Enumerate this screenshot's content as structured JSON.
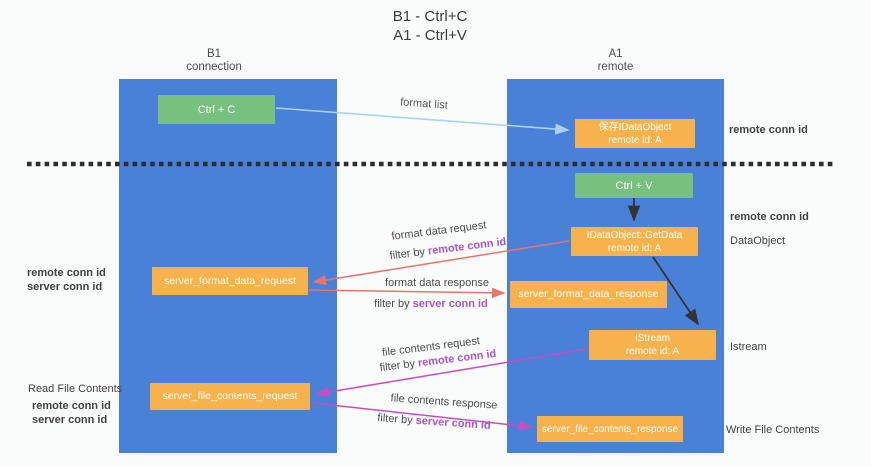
{
  "title": {
    "line1": "B1 - Ctrl+C",
    "line2": "A1 - Ctrl+V"
  },
  "lanes": {
    "left": {
      "name": "B1",
      "role": "connection"
    },
    "right": {
      "name": "A1",
      "role": "remote"
    }
  },
  "nodes": {
    "ctrl_c": {
      "label": "Ctrl + C"
    },
    "ctrl_v": {
      "label": "Ctrl + V"
    },
    "saved_dataobject": {
      "line1": "保存IDataObject",
      "line2": "remote id: A"
    },
    "getdata": {
      "line1": "IDataObject::GetData",
      "line2": "remote id: A"
    },
    "istream": {
      "line1": "IStream",
      "line2": "remote id: A"
    },
    "format_request": {
      "label": "server_format_data_request"
    },
    "format_response": {
      "label": "server_format_data_response"
    },
    "file_request": {
      "label": "server_file_contents_request"
    },
    "file_response": {
      "label": "server_file_contents_response"
    }
  },
  "arrow_labels": {
    "format_list": "format list",
    "format_data_request": "format data request",
    "format_data_response": "format data response",
    "file_contents_request": "file contents request",
    "file_contents_response": "file contents response",
    "filter_by": "filter by",
    "remote_conn_id": "remote conn id",
    "server_conn_id": "server conn id"
  },
  "margin_labels": {
    "left": {
      "remote_conn_id": "remote conn id",
      "server_conn_id": "server conn id",
      "read_file_contents": "Read File Contents",
      "remote_conn_id2": "remote conn id",
      "server_conn_id2": "server conn id"
    },
    "right": {
      "remote_conn_id_top": "remote conn id",
      "remote_conn_id_mid": "remote conn id",
      "dataobject": "DataObject",
      "istream": "Istream",
      "write_file_contents": "Write File Contents"
    }
  },
  "colors": {
    "lane_blue": "#4a81d8",
    "node_green": "#77c17f",
    "node_orange": "#f8b24c",
    "arrow_lightblue": "#a9d3f1",
    "arrow_red": "#e8756a",
    "arrow_magenta": "#cb4bc0",
    "arrow_black": "#333333",
    "text_purple": "#a855c8",
    "text_green": "#6cc374",
    "dashed_line": "#2e2e2e"
  }
}
